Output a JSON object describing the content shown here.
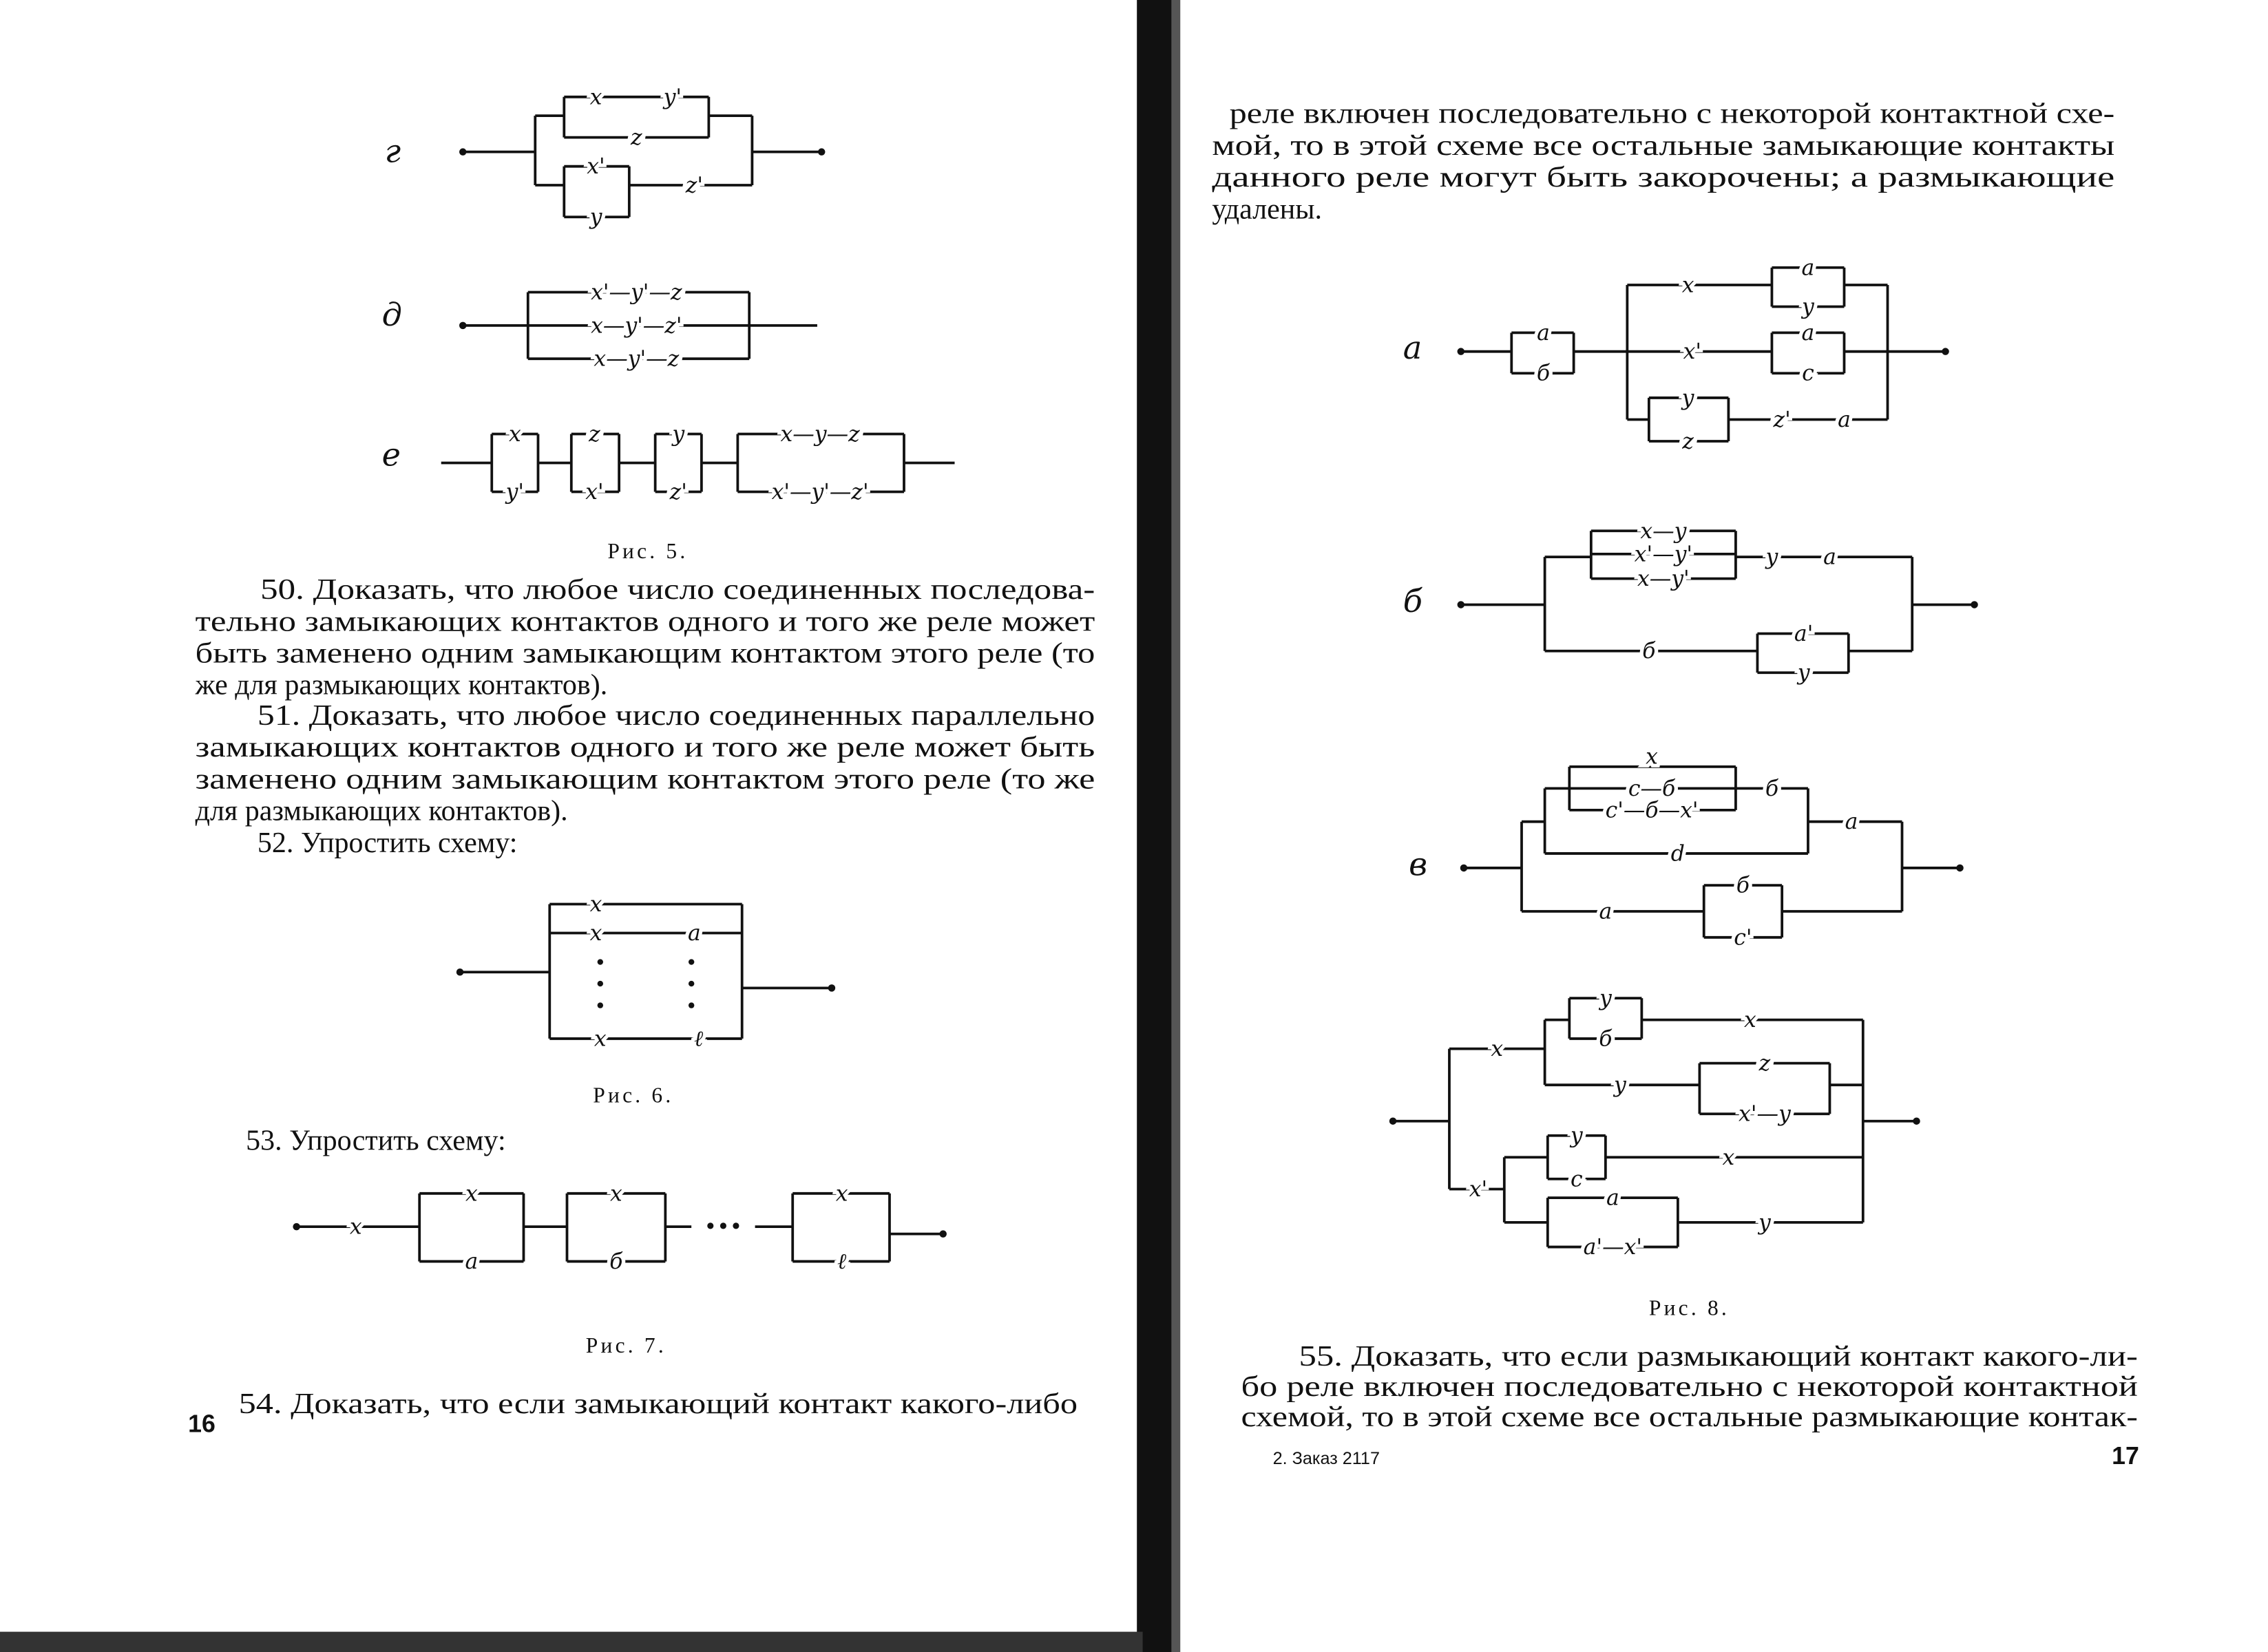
{
  "left_page": {
    "page_number": "16",
    "fig5": {
      "caption": "Рис. 5.",
      "g": {
        "label": "г",
        "contacts": [
          "x",
          "y'",
          "z",
          "x'",
          "y",
          "z'"
        ]
      },
      "d": {
        "label": "д",
        "rows": [
          "x'—y'—z",
          "x—y'—z'",
          "x—y'—z"
        ]
      },
      "e": {
        "label": "е",
        "contacts": [
          "x",
          "y'",
          "z",
          "x'",
          "y",
          "z'",
          "x—y—z",
          "x'—y'—z'"
        ]
      }
    },
    "problem50": [
      "50. Доказать, что любое число соединенных последова-",
      "тельно замыкающих контактов одного и того же реле может",
      "быть заменено одним замыкающим контактом этого реле (то",
      "же для размыкающих контактов)."
    ],
    "problem51": [
      "51. Доказать, что любое число соединенных параллельно",
      "замыкающих контактов одного и того же реле может быть",
      "заменено одним замыкающим контактом этого реле (то же",
      "для размыкающих контактов)."
    ],
    "problem52": "52. Упростить схему:",
    "fig6": {
      "caption": "Рис. 6.",
      "contacts": [
        "x",
        "x",
        "a",
        "x",
        "ℓ"
      ]
    },
    "problem53": "53. Упростить схему:",
    "fig7": {
      "caption": "Рис. 7.",
      "contacts": [
        "x",
        "x",
        "a",
        "x",
        "б",
        "•••",
        "x",
        "ℓ"
      ]
    },
    "problem54": "54. Доказать, что если замыкающий контакт какого-либо"
  },
  "right_page": {
    "page_number": "17",
    "footer_note": "2. Заказ 2117",
    "continuation": [
      "реле включен последовательно с некоторой контактной схе-",
      "мой, то в этой схеме все остальные замыкающие контакты",
      "данного реле могут быть закорочены; а размыкающие",
      "удалены."
    ],
    "fig8": {
      "caption": "Рис. 8.",
      "a": {
        "label": "а",
        "contacts": [
          "a",
          "б",
          "x",
          "a",
          "y",
          "x'",
          "a",
          "c",
          "y",
          "z",
          "z'",
          "a"
        ]
      },
      "b": {
        "label": "б",
        "contacts": [
          "x—y",
          "x'—y'",
          "x—y'",
          "y",
          "a",
          "б",
          "a'",
          "y"
        ]
      },
      "v": {
        "label": "в",
        "contacts": [
          "x",
          "c—б",
          "c'—б—x'",
          "б",
          "d",
          "a",
          "a",
          "б",
          "c'"
        ]
      },
      "g": {
        "contacts": [
          "x",
          "y",
          "б",
          "x",
          "y",
          "z",
          "x'—y",
          "x'",
          "y",
          "c",
          "x",
          "a",
          "a'—x'",
          "y"
        ]
      }
    },
    "problem55": [
      "55. Доказать, что если размыкающий контакт какого-ли-",
      "бо реле включен последовательно с некоторой контактной",
      "схемой, то в этой схеме все остальные размыкающие контак-"
    ]
  }
}
